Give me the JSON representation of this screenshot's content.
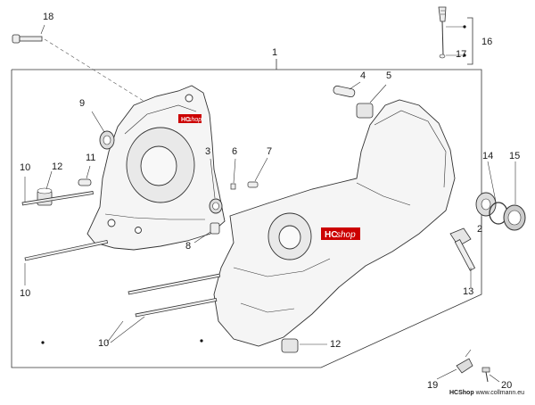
{
  "labels": {
    "l1": "1",
    "l2": "2",
    "l3": "3",
    "l4": "4",
    "l5": "5",
    "l6": "6",
    "l7": "7",
    "l8": "8",
    "l9": "9",
    "l10a": "10",
    "l10b": "10",
    "l10c": "10",
    "l11": "11",
    "l12a": "12",
    "l12b": "12",
    "l13": "13",
    "l14": "14",
    "l15": "15",
    "l16": "16",
    "l17": "17",
    "l18": "18",
    "l19": "19",
    "l20": "20"
  },
  "watermark": {
    "hc": "HC",
    "shop": "shop"
  },
  "footer": {
    "brand": "HCShop",
    "url": "www.collmann.eu"
  },
  "colors": {
    "line": "#333333",
    "watermark_bg": "#cc0000",
    "watermark_text": "#ffffff",
    "part_fill": "#f2f2f2"
  }
}
